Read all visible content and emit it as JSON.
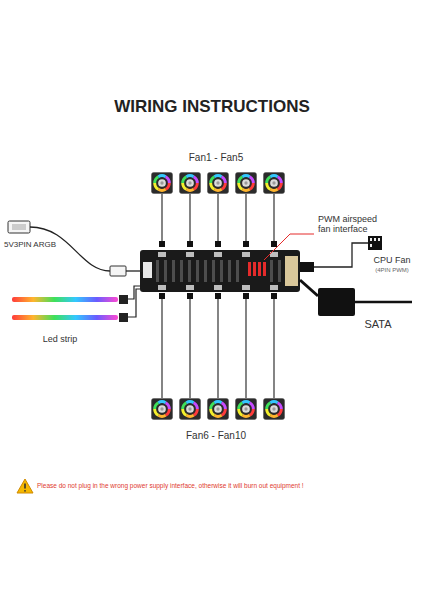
{
  "diagram": {
    "title": "WIRING INSTRUCTIONS",
    "labels": [
      "Fan1 - Fan5",
      "PWM airspeed fan interface",
      "5V3PIN ARGB",
      "CPU Fan",
      "(4PIN PWM)",
      "SATA",
      "Led strip",
      "Fan6 - Fan10",
      "Please do not plug in the wrong power supply interface, otherwise it will burn out equipment !"
    ]
  }
}
